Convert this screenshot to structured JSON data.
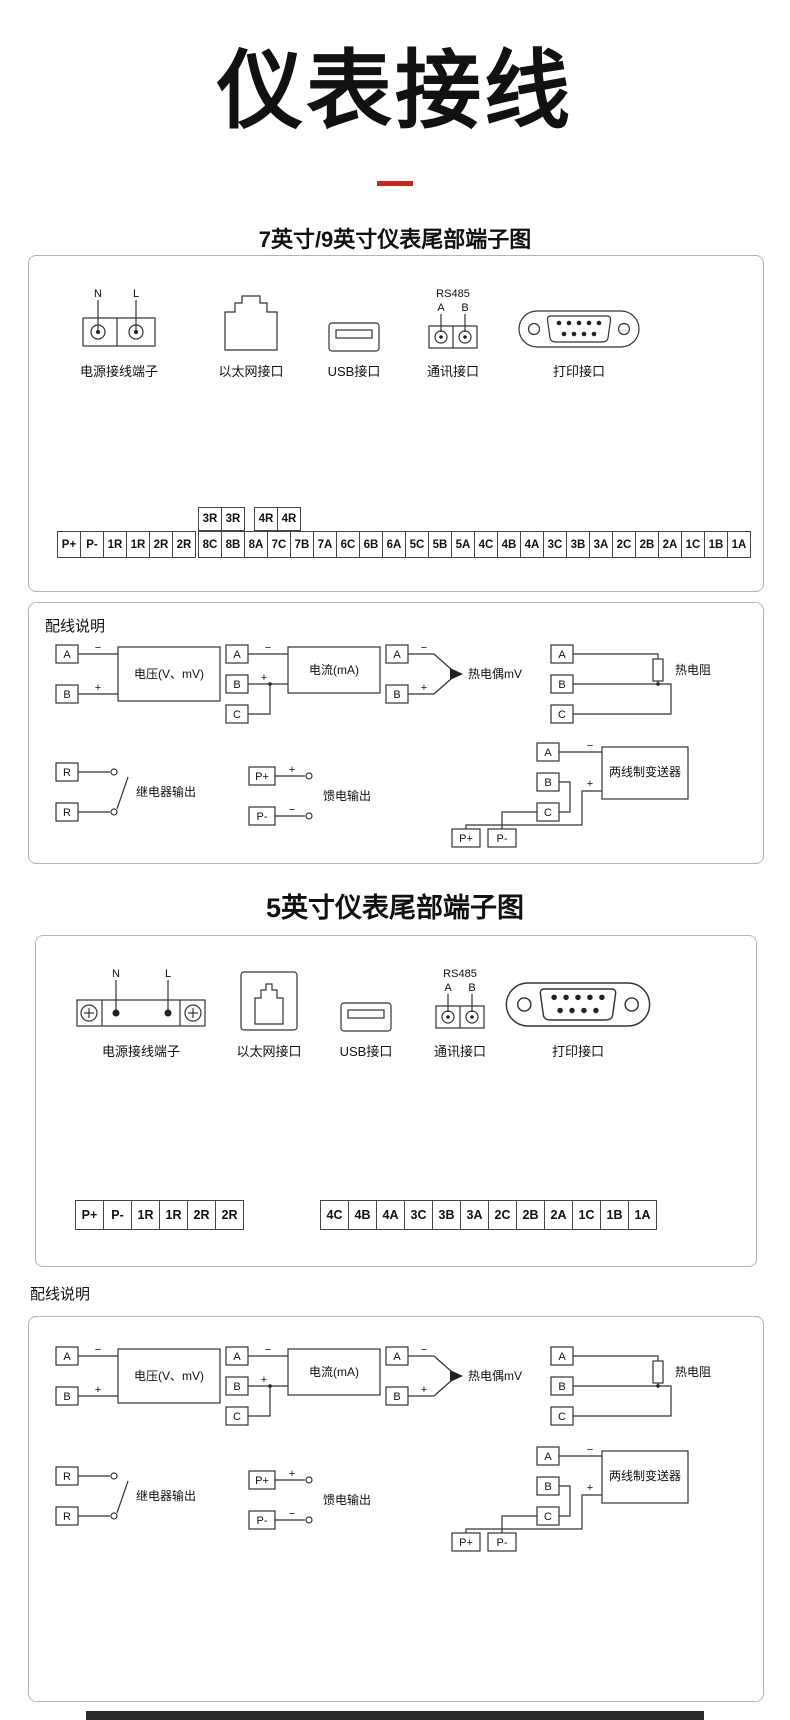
{
  "page": {
    "title": "仪表接线",
    "section7_title": "7英寸/9英寸仪表尾部端子图",
    "section5_title": "5英寸仪表尾部端子图",
    "wiring_note": "配线说明",
    "accent_color": "#c5281c"
  },
  "connectors": {
    "power": {
      "label": "电源接线端子",
      "n": "N",
      "l": "L"
    },
    "ethernet": {
      "label": "以太网接口"
    },
    "usb": {
      "label": "USB接口"
    },
    "comm": {
      "label": "通讯接口",
      "bus": "RS485",
      "a": "A",
      "b": "B"
    },
    "printer": {
      "label": "打印接口"
    }
  },
  "panel7": {
    "strip_left": [
      "P+",
      "P-",
      "1R",
      "1R",
      "2R",
      "2R"
    ],
    "strip_relay3": [
      "3R",
      "3R"
    ],
    "strip_relay4": [
      "4R",
      "4R"
    ],
    "strip_main": [
      "8C",
      "8B",
      "8A",
      "7C",
      "7B",
      "7A",
      "6C",
      "6B",
      "6A",
      "5C",
      "5B",
      "5A",
      "4C",
      "4B",
      "4A",
      "3C",
      "3B",
      "3A",
      "2C",
      "2B",
      "2A",
      "1C",
      "1B",
      "1A"
    ]
  },
  "panel5": {
    "strip_left": [
      "P+",
      "P-",
      "1R",
      "1R",
      "2R",
      "2R"
    ],
    "strip_main": [
      "4C",
      "4B",
      "4A",
      "3C",
      "3B",
      "3A",
      "2C",
      "2B",
      "2A",
      "1C",
      "1B",
      "1A"
    ]
  },
  "wiring": {
    "voltage": {
      "a": "A",
      "b": "B",
      "minus": "−",
      "plus": "+",
      "label": "电压(V、mV)"
    },
    "current": {
      "a": "A",
      "b": "B",
      "c": "C",
      "minus": "−",
      "plus": "+",
      "label": "电流(mA)"
    },
    "thermocouple": {
      "a": "A",
      "b": "B",
      "minus": "−",
      "plus": "+",
      "label": "热电偶mV"
    },
    "rtd": {
      "a": "A",
      "b": "B",
      "c": "C",
      "label": "热电阻"
    },
    "relay": {
      "r1": "R",
      "r2": "R",
      "label": "继电器输出"
    },
    "feed": {
      "pplus": "P+",
      "pminus": "P-",
      "plus": "+",
      "minus": "−",
      "label": "馈电输出"
    },
    "transmitter": {
      "a": "A",
      "b": "B",
      "c": "C",
      "pplus": "P+",
      "pminus": "P-",
      "minus": "−",
      "plus": "+",
      "label": "两线制变送器"
    }
  }
}
